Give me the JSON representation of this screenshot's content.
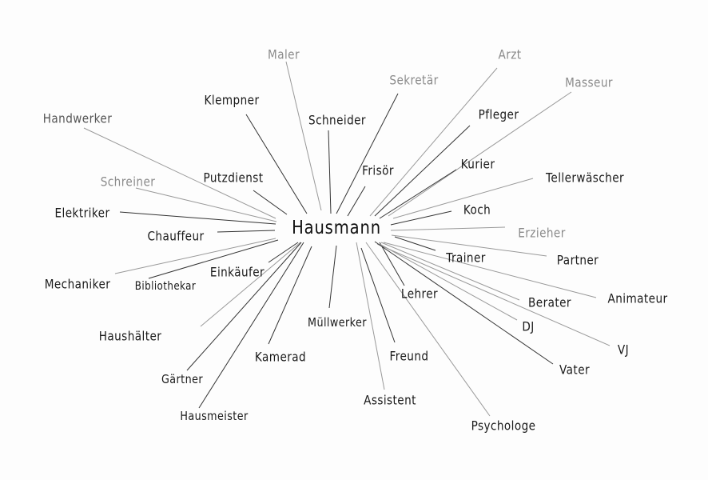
{
  "center": "Hausmann",
  "words": [
    "Maler",
    "Arzt",
    "Sekretär",
    "Masseur",
    "Klempner",
    "Schneider",
    "Pfleger",
    "Handwerker",
    "Frisör",
    "Kurier",
    "Tellerwäscher",
    "Schreiner",
    "Putzdienst",
    "Elektriker",
    "Koch",
    "Erzieher",
    "Chauffeur",
    "Trainer",
    "Partner",
    "Einkäufer",
    "Mechaniker",
    "Bibliothekar",
    "Lehrer",
    "Animateur",
    "Berater",
    "Müllwerker",
    "DJ",
    "Haushälter",
    "VJ",
    "Kamerad",
    "Freund",
    "Vater",
    "Gärtner",
    "Assistent",
    "Hausmeister",
    "Psychologe"
  ]
}
